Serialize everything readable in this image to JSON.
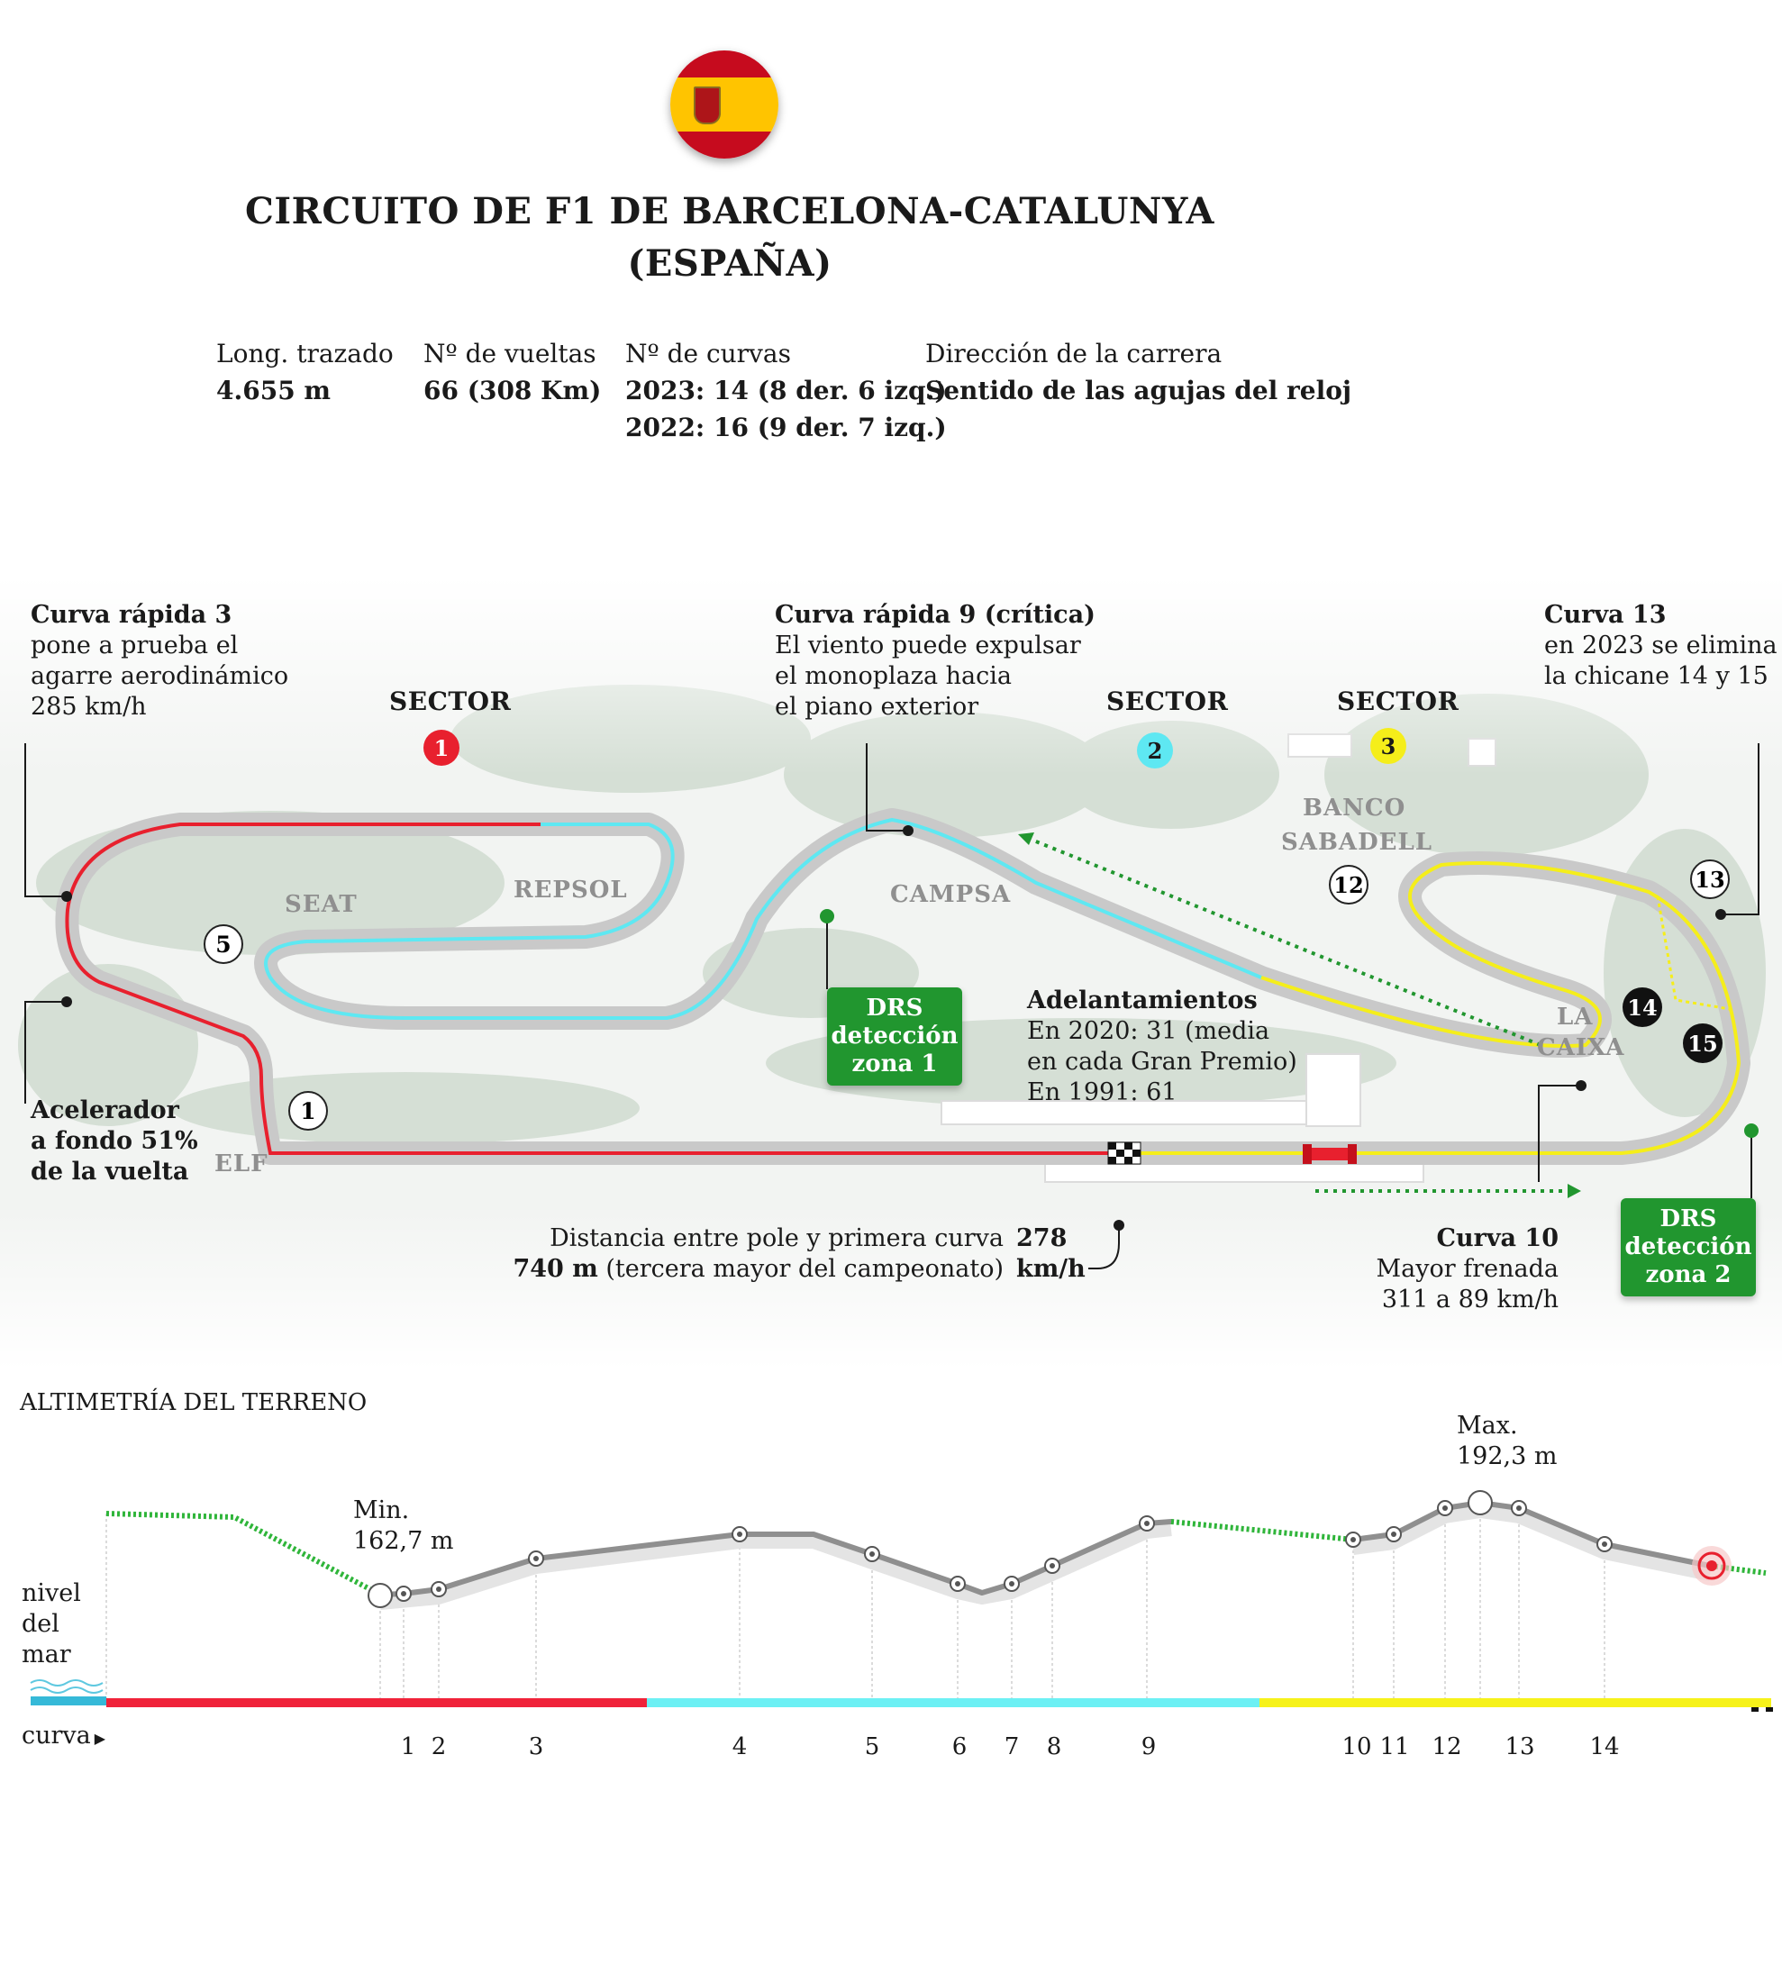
{
  "header": {
    "title_line1": "CIRCUITO DE F1 DE BARCELONA-CATALUNYA",
    "title_line2": "(ESPAÑA)"
  },
  "stats": {
    "length_label": "Long. trazado",
    "length_value": "4.655 m",
    "laps_label": "Nº de vueltas",
    "laps_value": "66 (308 Km)",
    "turns_label": "Nº de curvas",
    "turns_2023": "2023: 14 (8 der. 6 izq.)",
    "turns_2022": "2022: 16 (9 der. 7 izq.)",
    "direction_label": "Dirección de la carrera",
    "direction_value": "Sentido de las agujas del reloj"
  },
  "sectors": {
    "label": "SECTOR",
    "s1": "1",
    "s2": "2",
    "s3": "3",
    "colors": {
      "s1": "#e8202e",
      "s2": "#5ee8f2",
      "s3": "#f5ee1a"
    }
  },
  "annotations": {
    "curve3_title": "Curva rápida 3",
    "curve3_l1": "pone a prueba el",
    "curve3_l2": "agarre aerodinámico",
    "curve3_l3": "285 km/h",
    "curve9_title": "Curva rápida 9 (crítica)",
    "curve9_l1": "El viento puede expulsar",
    "curve9_l2": "el monoplaza hacia",
    "curve9_l3": "el piano exterior",
    "curve13_title": "Curva 13",
    "curve13_l1": "en 2023 se elimina",
    "curve13_l2": "la chicane 14 y 15",
    "throttle_l1": "Acelerador",
    "throttle_l2": "a fondo 51%",
    "throttle_l3": "de la vuelta",
    "overtake_title": "Adelantamientos",
    "overtake_l1": "En 2020: 31 (media",
    "overtake_l2": "en cada Gran Premio)",
    "overtake_l3": "En 1991: 61",
    "pole_l1": "Distancia entre pole y primera curva",
    "pole_bold": "740 m",
    "pole_l2": "(tercera mayor del campeonato)",
    "speed_l1": "278",
    "speed_l2": "km/h",
    "curve10_title": "Curva 10",
    "curve10_l1": "Mayor frenada",
    "curve10_l2": "311 a 89 km/h",
    "drs1_l1": "DRS",
    "drs1_l2": "detección",
    "drs1_l3": "zona 1",
    "drs2_l1": "DRS",
    "drs2_l2": "detección",
    "drs2_l3": "zona 2"
  },
  "track_labels": {
    "seat": "SEAT",
    "repsol": "REPSOL",
    "campsa": "CAMPSA",
    "banco1": "BANCO",
    "banco2": "SABADELL",
    "la": "LA",
    "caixa": "CAIXA",
    "elf": "ELF"
  },
  "turn_markers": {
    "t1": "1",
    "t5": "5",
    "t12": "12",
    "t13": "13",
    "t14": "14",
    "t15": "15"
  },
  "altimetry": {
    "title": "ALTIMETRÍA DEL TERRENO",
    "min_label": "Min.",
    "min_value": "162,7 m",
    "max_label": "Max.",
    "max_value": "192,3 m",
    "sea_l1": "nivel",
    "sea_l2": "del",
    "sea_l3": "mar",
    "curve_axis_label": "curva",
    "curves": [
      "1",
      "2",
      "3",
      "4",
      "5",
      "6",
      "7",
      "8",
      "9",
      "10",
      "11",
      "12",
      "13",
      "14"
    ]
  }
}
